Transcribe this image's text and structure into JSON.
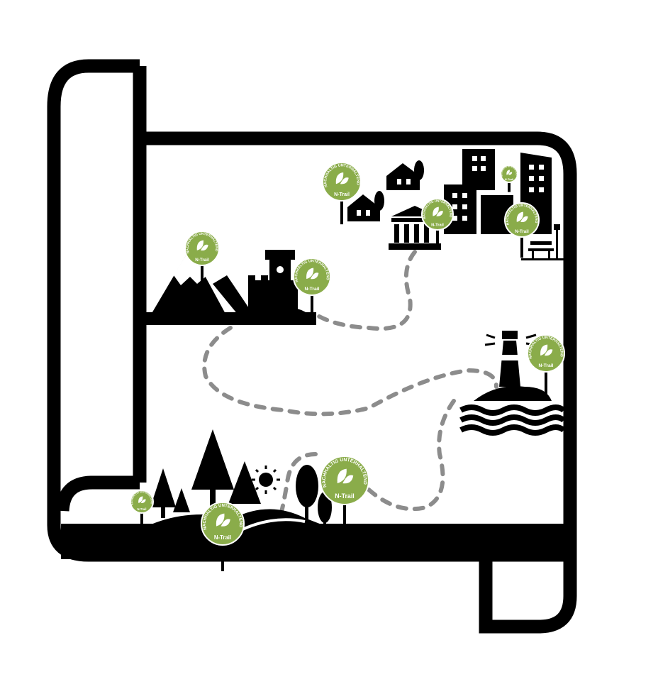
{
  "badge": {
    "ring_text": "NACHHALTIG UNTERHALTEND",
    "label": "N-Trail",
    "color": "#8aac4a"
  },
  "colors": {
    "ink": "#000000",
    "trail": "#8c8c8c"
  },
  "badges": [
    {
      "place": "village"
    },
    {
      "place": "museum"
    },
    {
      "place": "city-top"
    },
    {
      "place": "city-park"
    },
    {
      "place": "mountain"
    },
    {
      "place": "castle"
    },
    {
      "place": "lighthouse"
    },
    {
      "place": "grove"
    },
    {
      "place": "hills"
    },
    {
      "place": "forest-edge"
    }
  ]
}
